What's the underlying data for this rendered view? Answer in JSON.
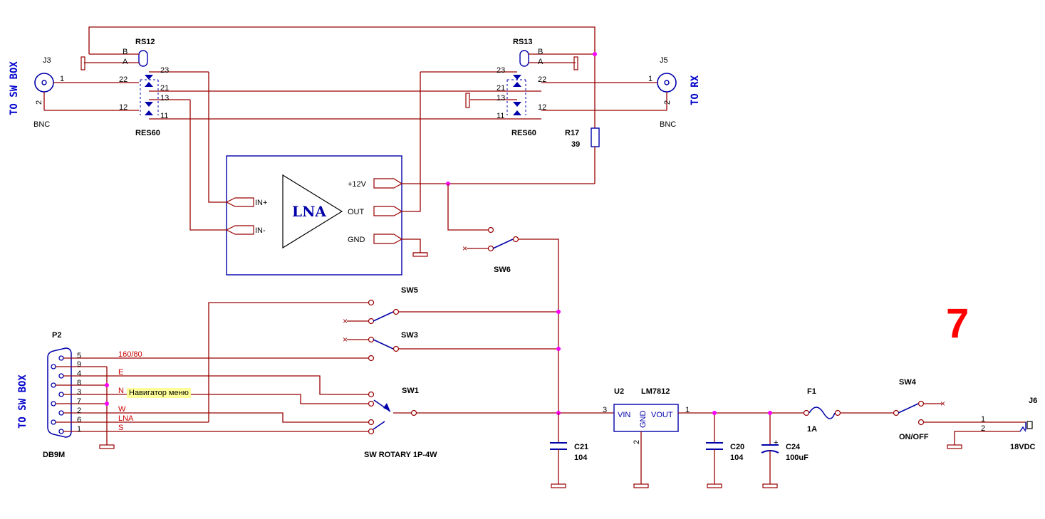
{
  "page_number": "7",
  "tooltip": "Навигатор меню",
  "side_labels": {
    "left_top": "TO SW BOX",
    "right": "TO RX",
    "left_bottom": "TO SW BOX"
  },
  "connectors": {
    "j3": {
      "ref": "J3",
      "type": "BNC",
      "pin1": "1",
      "pin2": "2"
    },
    "j5": {
      "ref": "J5",
      "type": "BNC",
      "pin1": "1",
      "pin2": "2"
    },
    "j6": {
      "ref": "J6",
      "value": "18VDC",
      "pin1": "1",
      "pin2": "2"
    },
    "p2": {
      "ref": "P2",
      "type": "DB9M"
    }
  },
  "relays": {
    "rs12": {
      "ref": "RS12",
      "coil_b": "B",
      "coil_a": "A",
      "type": "RES60",
      "p23": "23",
      "p22": "22",
      "p21": "21",
      "p13": "13",
      "p12": "12",
      "p11": "11"
    },
    "rs13": {
      "ref": "RS13",
      "coil_b": "B",
      "coil_a": "A",
      "type": "RES60",
      "p23": "23",
      "p22": "22",
      "p21": "21",
      "p13": "13",
      "p12": "12",
      "p11": "11"
    }
  },
  "r17": {
    "ref": "R17",
    "value": "39"
  },
  "lna": {
    "title": "LNA",
    "in_plus": "IN+",
    "in_minus": "IN-",
    "v12": "+12V",
    "out": "OUT",
    "gnd": "GND"
  },
  "switches": {
    "sw6": "SW6",
    "sw5": "SW5",
    "sw3": "SW3",
    "sw1": "SW1",
    "sw1_type": "SW ROTARY 1P-4W",
    "sw4": "SW4",
    "sw4_type": "ON/OFF"
  },
  "db9_pins": [
    {
      "num": "5",
      "sig": "160/80"
    },
    {
      "num": "9",
      "sig": ""
    },
    {
      "num": "4",
      "sig": "E"
    },
    {
      "num": "8",
      "sig": ""
    },
    {
      "num": "3",
      "sig": "N"
    },
    {
      "num": "7",
      "sig": ""
    },
    {
      "num": "2",
      "sig": "W"
    },
    {
      "num": "6",
      "sig": "LNA"
    },
    {
      "num": "1",
      "sig": "S"
    }
  ],
  "u2": {
    "ref": "U2",
    "part": "LM7812",
    "vin": "VIN",
    "gnd": "GND",
    "vout": "VOUT",
    "pin_in": "3",
    "pin_gnd": "2",
    "pin_out": "1"
  },
  "caps": {
    "c21": {
      "ref": "C21",
      "value": "104"
    },
    "c20": {
      "ref": "C20",
      "value": "104"
    },
    "c24": {
      "ref": "C24",
      "value": "100uF",
      "polarity": "+"
    }
  },
  "f1": {
    "ref": "F1",
    "value": "1A"
  }
}
